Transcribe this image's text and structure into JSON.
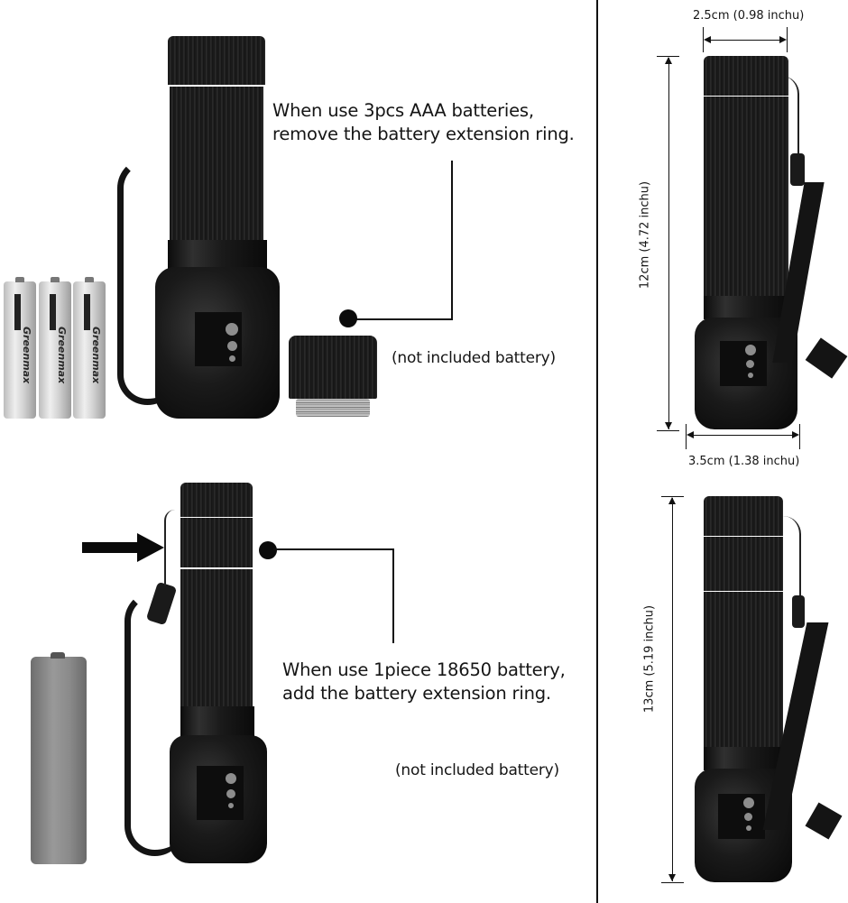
{
  "top_section": {
    "caption_line1": "When use 3pcs AAA batteries,",
    "caption_line2": "remove the battery extension ring.",
    "battery_note": "(not included battery)",
    "battery_brand": "Greenmax",
    "battery_count": 3
  },
  "bottom_section": {
    "caption_line1": "When use 1piece 18650 battery,",
    "caption_line2": "add the battery extension ring.",
    "battery_note": "(not included battery)"
  },
  "dimensions": {
    "short": {
      "width_label": "2.5cm (0.98 inchu)",
      "height_label": "12cm (4.72 inchu)",
      "base_label": "3.5cm (1.38 inchu)"
    },
    "long": {
      "height_label": "13cm (5.19 inchu)"
    }
  },
  "colors": {
    "background": "#ffffff",
    "text": "#151515",
    "flashlight_body": "#141414"
  },
  "icons": {
    "pointer_arrow": "right-arrow-icon",
    "callout_dot": "bullet-dot-icon"
  }
}
